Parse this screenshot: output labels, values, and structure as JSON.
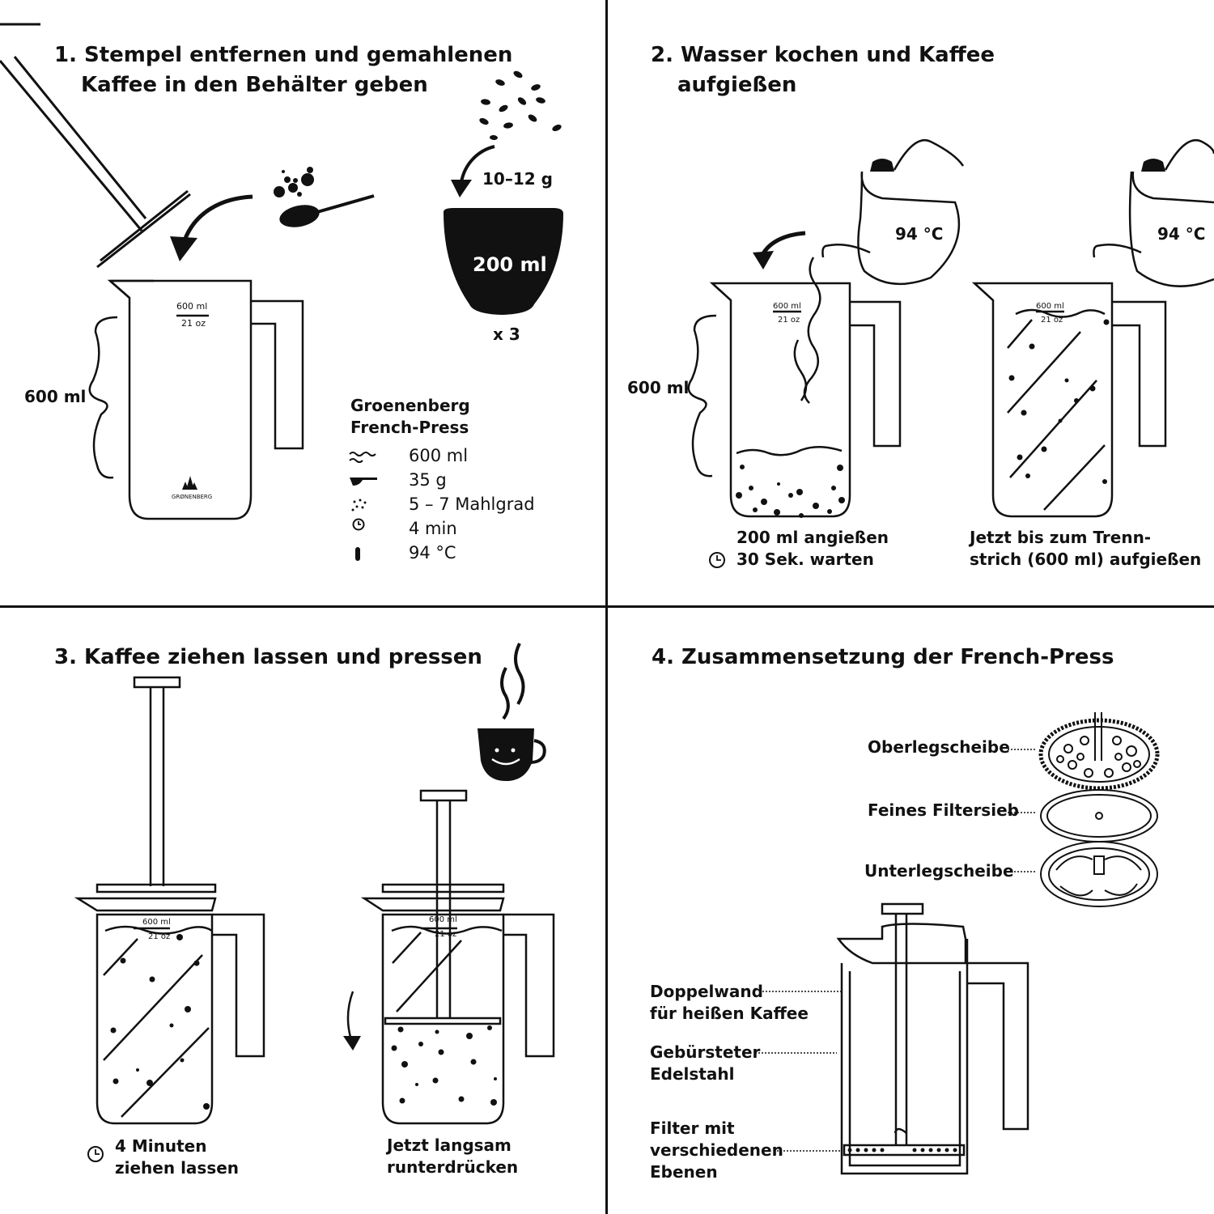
{
  "step1": {
    "title_line1": "1. Stempel entfernen und gemahlenen",
    "title_line2": "Kaffee in den Behälter geben",
    "beans_amount": "10–12 g",
    "cup_volume": "200 ml",
    "cup_multiplier": "x 3",
    "capacity_label": "600 ml",
    "scale_ml": "600 ml",
    "scale_oz": "21 oz",
    "brand_mark": "GRØNENBERG",
    "spec_title_line1": "Groenenberg",
    "spec_title_line2": "French-Press",
    "specs": [
      {
        "icon": "water-wave-icon",
        "text": "600 ml"
      },
      {
        "icon": "coffee-scoop-icon",
        "text": "35 g"
      },
      {
        "icon": "grind-dots-icon",
        "text": "5 – 7 Mahlgrad"
      },
      {
        "icon": "clock-icon",
        "text": "4 min"
      },
      {
        "icon": "thermometer-icon",
        "text": "94 °C"
      }
    ]
  },
  "step2": {
    "title_line1": "2. Wasser kochen und Kaffee",
    "title_line2": "aufgießen",
    "kettle_temp_left": "94 °C",
    "kettle_temp_right": "94 °C",
    "capacity_label": "600 ml",
    "scale_ml_left": "600 ml",
    "scale_oz_left": "21 oz",
    "scale_ml_right": "600 ml",
    "scale_oz_right": "21 oz",
    "caption_left_line1": "200 ml angießen",
    "caption_left_line2": "30 Sek. warten",
    "caption_right_line1": "Jetzt bis zum Trenn-",
    "caption_right_line2": "strich (600 ml) aufgießen"
  },
  "step3": {
    "title": "3. Kaffee ziehen lassen und pressen",
    "scale_ml_left": "600 ml",
    "scale_oz_left": "21 oz",
    "scale_ml_right": "600 ml",
    "scale_oz_right": "21 oz",
    "caption_left_line1": "4 Minuten",
    "caption_left_line2": "ziehen lassen",
    "caption_right_line1": "Jetzt langsam",
    "caption_right_line2": "runterdrücken"
  },
  "step4": {
    "title": "4. Zusammensetzung der French-Press",
    "part_top": "Oberlegscheibe",
    "part_middle": "Feines Filtersieb",
    "part_bottom": "Unterlegscheibe",
    "feature1_line1": "Doppelwand",
    "feature1_line2": "für heißen Kaffee",
    "feature2_line1": "Gebürsteter",
    "feature2_line2": "Edelstahl",
    "feature3_line1": "Filter mit",
    "feature3_line2": "verschiedenen",
    "feature3_line3": "Ebenen"
  }
}
